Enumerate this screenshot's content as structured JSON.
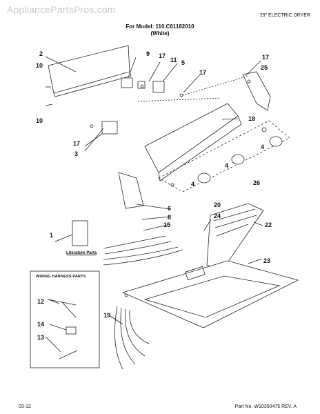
{
  "header": {
    "watermark": "AppliancePartsPros.com",
    "appliance_type": "29\" ELECTRIC DRYER",
    "model_line": "For Model: 110.C61182010",
    "color_line": "(White)"
  },
  "footer": {
    "date_code": "03-12",
    "part_number": "Part No. W10350475 REV. A"
  },
  "literature_label": "Literature Parts",
  "harness_box_title": "WIRING HARNESS PARTS",
  "callouts": [
    "2",
    "10",
    "10",
    "9",
    "17",
    "11",
    "5",
    "17",
    "17",
    "25",
    "18",
    "17",
    "3",
    "4",
    "4",
    "4",
    "26",
    "20",
    "6",
    "8",
    "15",
    "24",
    "22",
    "1",
    "23",
    "12",
    "14",
    "13",
    "19"
  ]
}
